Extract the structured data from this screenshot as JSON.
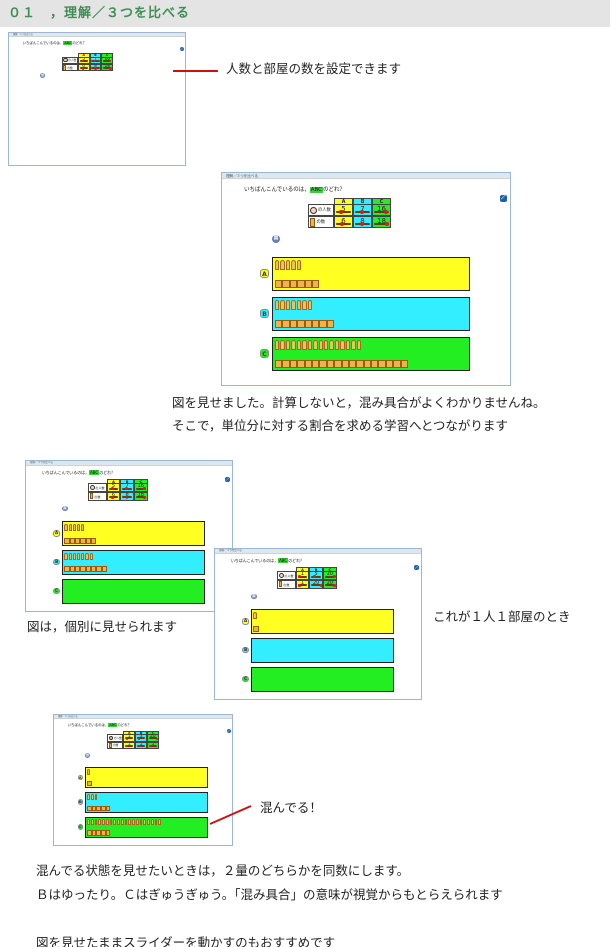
{
  "header": {
    "title": "０１　，理解／３つを比べる"
  },
  "app": {
    "window_title": "理解／３つを比べる",
    "question_prefix": "いちばんこんでいるのは，",
    "question_abc": "ABC",
    "question_suffix": "のどれ？",
    "row_people": "の人数",
    "row_rooms": "の数",
    "columns": [
      "A",
      "B",
      "C"
    ],
    "figure_button": "図"
  },
  "shots": [
    {
      "values": {
        "people": [
          5,
          7,
          16
        ],
        "rooms": [
          6,
          8,
          18
        ]
      }
    },
    {
      "values": {
        "people": [
          5,
          7,
          16
        ],
        "rooms": [
          6,
          8,
          18
        ]
      }
    },
    {
      "values": {
        "people": [
          5,
          7,
          16
        ],
        "rooms": [
          6,
          8,
          18
        ]
      }
    },
    {
      "values": {
        "people": [
          1,
          5,
          20
        ],
        "rooms": [
          1,
          20,
          20
        ]
      }
    },
    {
      "values": {
        "people": [
          1,
          3,
          20
        ],
        "rooms": [
          1,
          5,
          5
        ]
      }
    }
  ],
  "captions": {
    "c1": "人数と部屋の数を設定できます",
    "c2a": "図を見せました。計算しないと，混み具合がよくわかりませんね。",
    "c2b": "そこで，単位分に対する割合を求める学習へとつながります",
    "c3": "図は，個別に見せられます",
    "c4": "これが１人１部屋のとき",
    "c5": "混んでる！",
    "c6a": "混んでる状態を見せたいときは，２量のどちらかを同数にします。",
    "c6b": "Ｂはゆったり。Ｃはぎゅうぎゅう。「混み具合」の意味が視覚からもとらえられます",
    "c7": "図を見せたままスライダーを動かすのもおすすめです"
  },
  "colors": {
    "header_text": "#3f8f55",
    "A": "#ffff22",
    "B": "#33eeff",
    "C": "#22ee22",
    "knob": "#e01818",
    "pointer": "#cc1111"
  }
}
